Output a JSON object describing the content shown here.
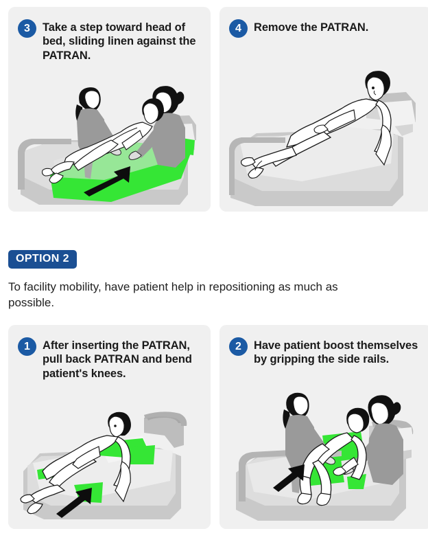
{
  "page": {
    "background_color": "#ffffff",
    "card_background": "#f0f0f0",
    "accent_blue": "#1b5aa4",
    "option_badge_color": "#1b4f93",
    "patran_green": "#35e635",
    "text_color": "#1a1a1a"
  },
  "steps_top": [
    {
      "number": "3",
      "text": "Take a step toward head of bed, sliding linen against the PATRAN.",
      "illustration": "caregiver-steps-toward-head-of-bed-sliding-green-patran-with-second-caregiver",
      "has_green_patran": true,
      "has_arrow": true
    },
    {
      "number": "4",
      "text": "Remove the PATRAN.",
      "illustration": "patient-resting-in-bed-alone-patran-removed",
      "has_green_patran": false,
      "has_arrow": false
    }
  ],
  "option": {
    "badge_label": "OPTION 2",
    "description": "To facility mobility, have patient help in repositioning as much as possible."
  },
  "steps_bottom": [
    {
      "number": "1",
      "text": "After inserting the PATRAN, pull back PATRAN and bend patient's knees.",
      "illustration": "patient-with-bent-knees-green-patran-pulled-back-under-hips",
      "has_green_patran": true,
      "has_arrow": true
    },
    {
      "number": "2",
      "text": "Have patient boost themselves by gripping the side rails.",
      "illustration": "patient-gripping-side-rails-boosting-with-two-caregivers-assisting",
      "has_green_patran": true,
      "has_arrow": true
    }
  ]
}
